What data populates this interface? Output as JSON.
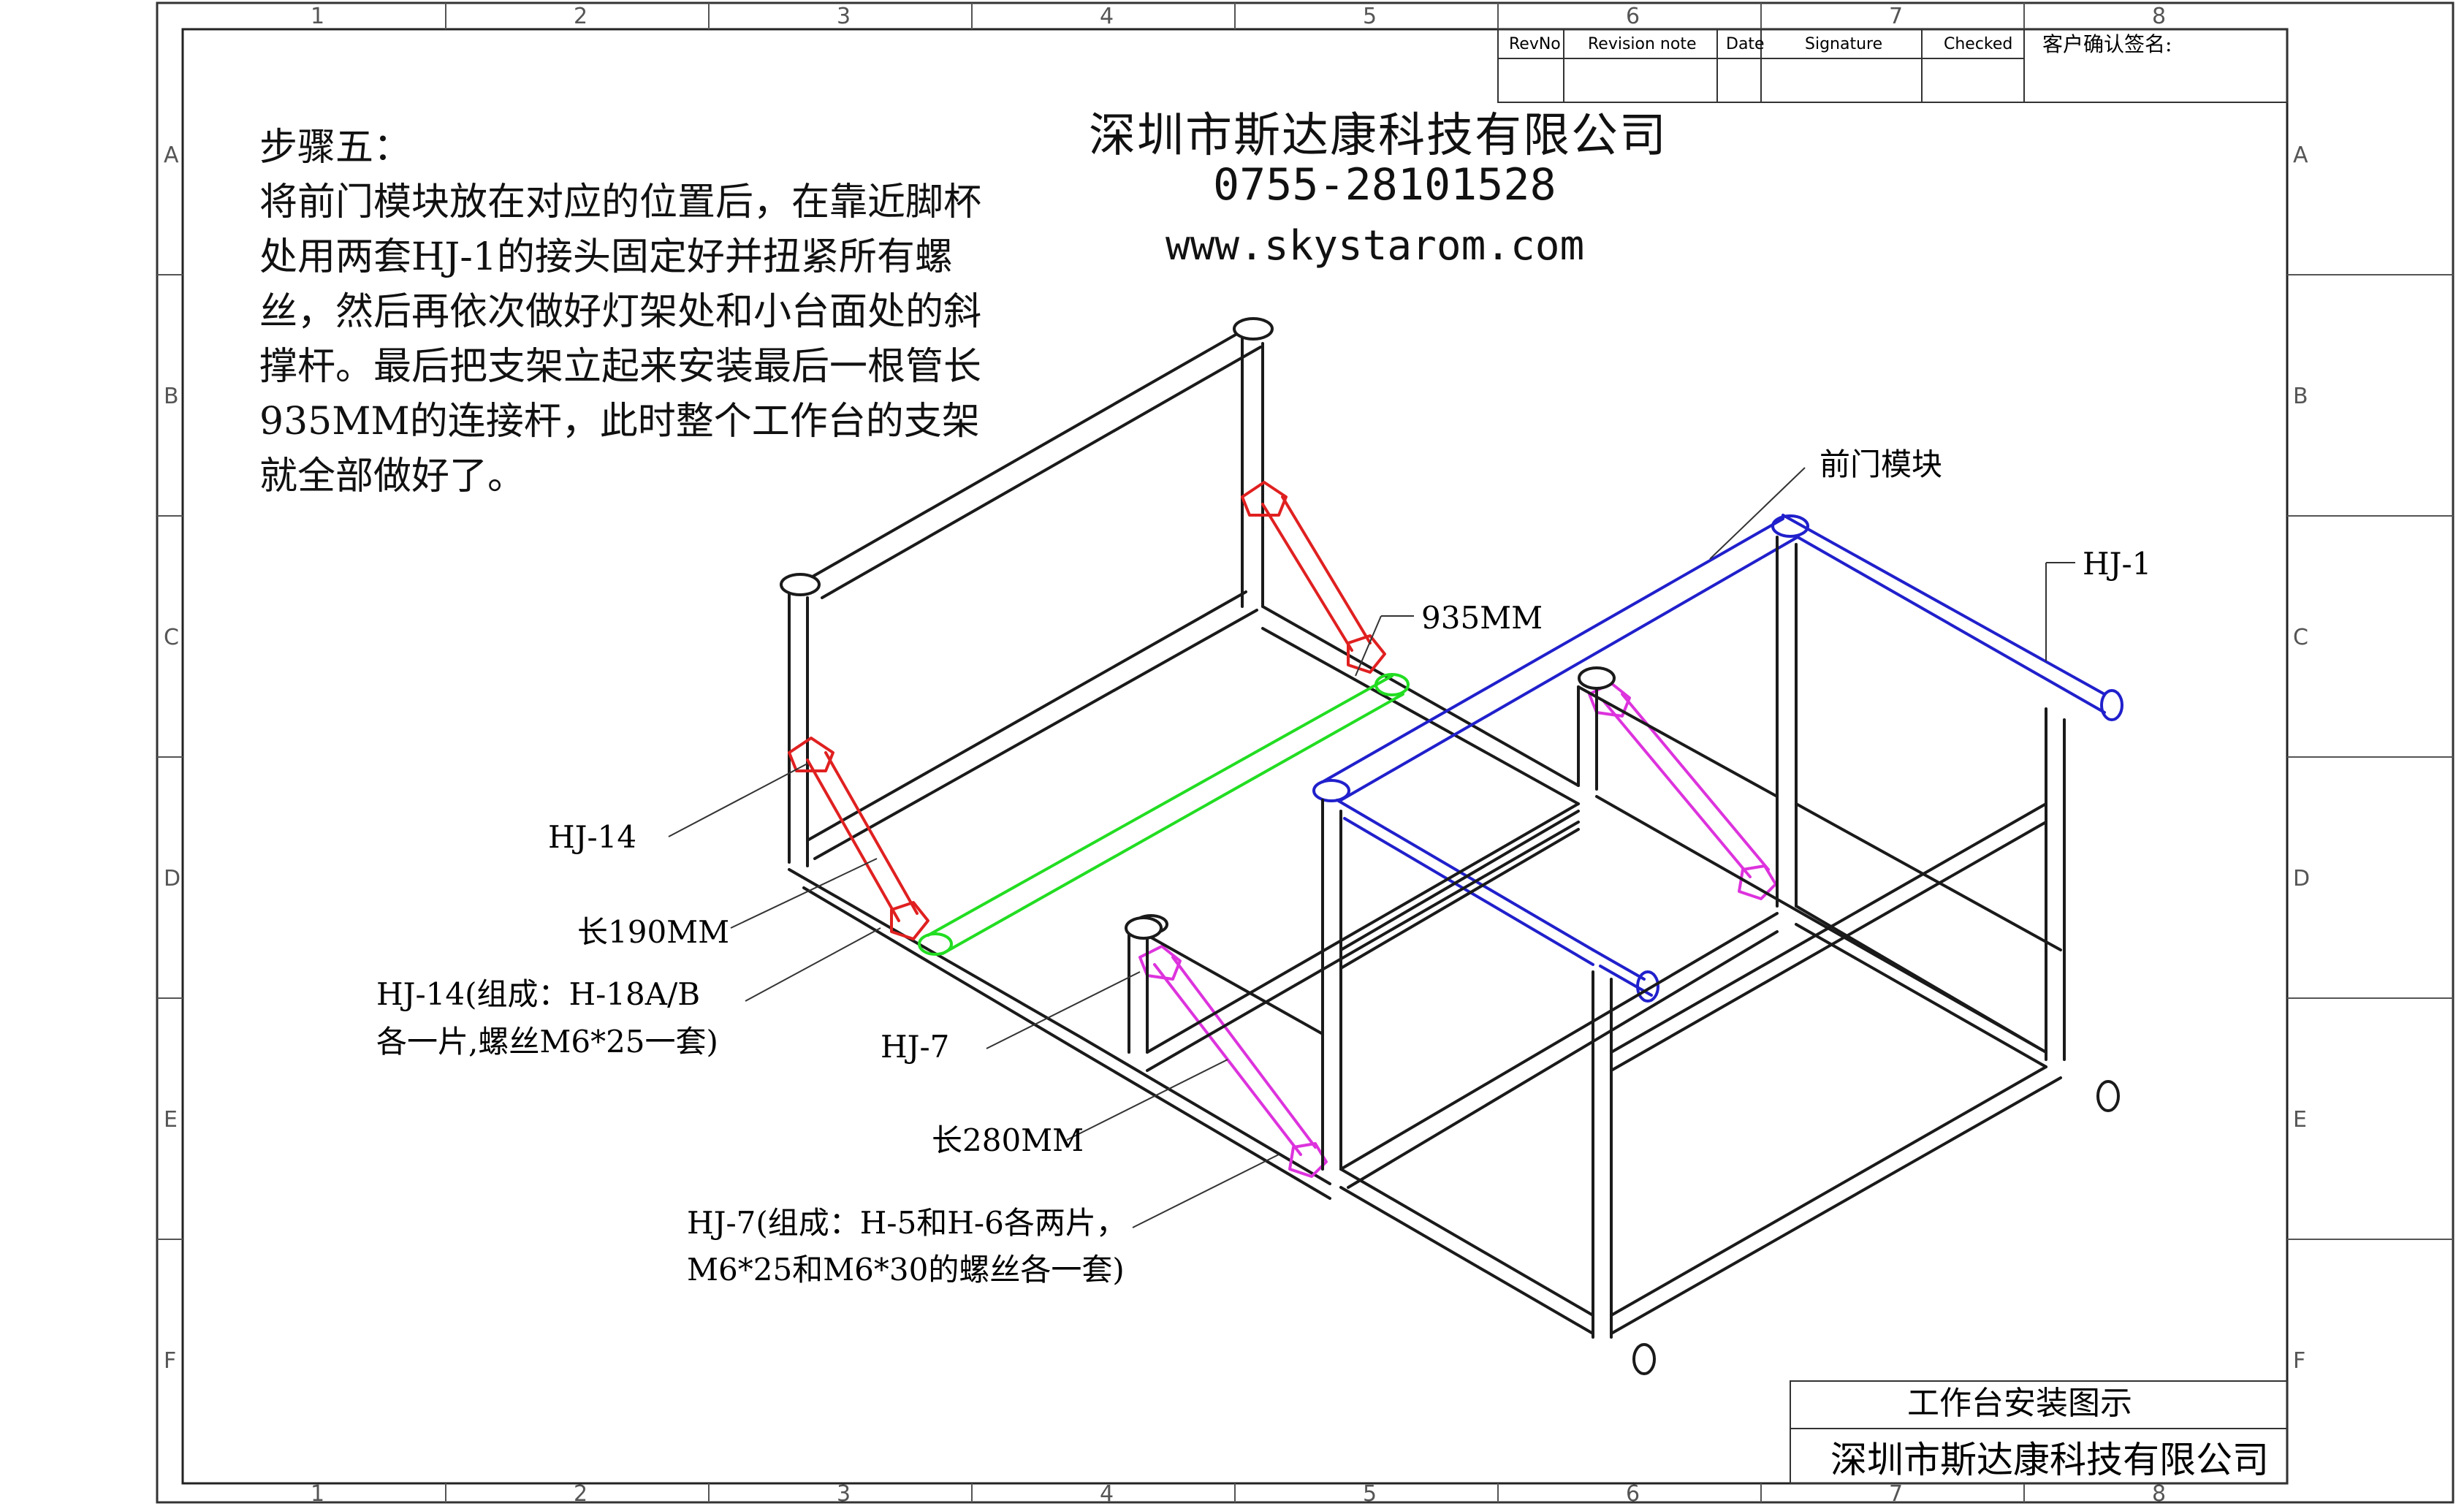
{
  "step": {
    "title": "步骤五：",
    "body": "将前门模块放在对应的位置后，在靠近脚杯处用两套HJ-1的接头固定好并扭紧所有螺丝，然后再依次做好灯架处和小台面处的斜撑杆。最后把支架立起来安装最后一根管长935MM的连接杆，此时整个工作台的支架就全部做好了。"
  },
  "company": {
    "name": "深圳市斯达康科技有限公司",
    "phone": "0755-28101528",
    "website": "www.skystarom.com"
  },
  "callouts": {
    "front_door": "前门模块",
    "hj1": "HJ-1",
    "len935": "935MM",
    "hj14": "HJ-14",
    "len190": "长190MM",
    "hj14_line1": "HJ-14(组成：H-18A/B",
    "hj14_line2": "各一片,螺丝M6*25一套)",
    "hj7": "HJ-7",
    "len280": "长280MM",
    "hj7_line1": "HJ-7(组成：H-5和H-6各两片，",
    "hj7_line2": "M6*25和M6*30的螺丝各一套)"
  },
  "revision_table": {
    "headers": [
      "RevNo",
      "Revision note",
      "Date",
      "Signature",
      "Checked",
      "客户确认签名:"
    ]
  },
  "title_block": {
    "title": "工作台安装图示",
    "company": "深圳市斯达康科技有限公司"
  },
  "grid": {
    "columns": [
      "1",
      "2",
      "3",
      "4",
      "5",
      "6",
      "7",
      "8"
    ],
    "rows": [
      "A",
      "B",
      "C",
      "D",
      "E",
      "F"
    ]
  },
  "colors": {
    "frame": "#1a1a1a",
    "red_brace": "#e02020",
    "green_bar": "#22dd22",
    "blue_module": "#2020cc",
    "magenta_brace": "#dd33dd"
  }
}
